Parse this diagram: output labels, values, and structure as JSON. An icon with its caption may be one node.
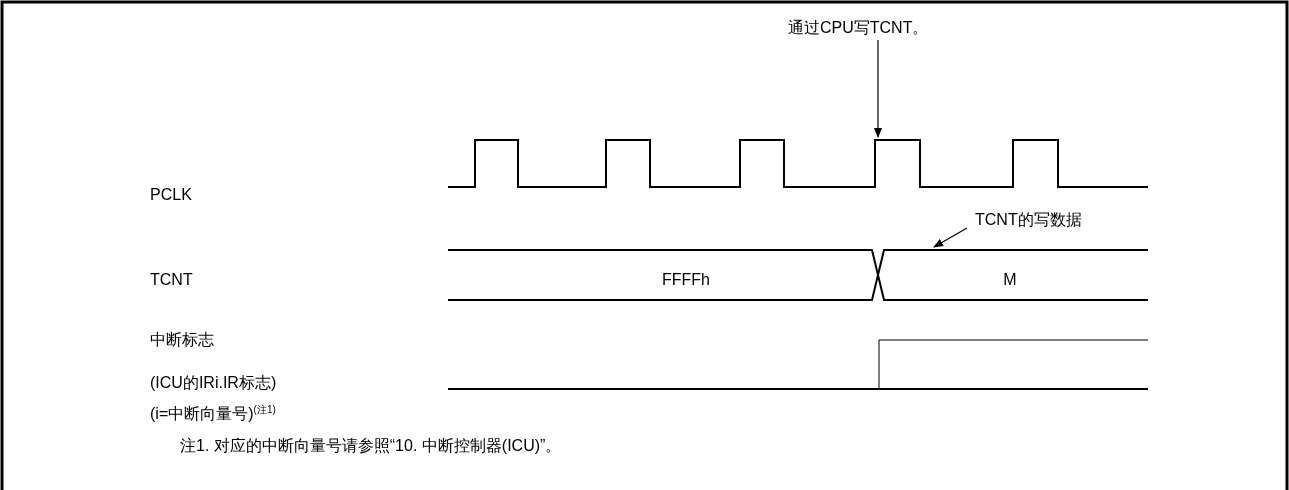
{
  "diagram": {
    "nodes": [
      {
        "text": [
          "通过CPU写TCNT。"
        ]
      },
      {
        "text": [
          "TCNT的写数据"
        ]
      },
      {
        "text": [],
        "shape": "waveform"
      },
      {
        "text": [],
        "shape": "waveform"
      }
    ],
    "edges": [
      {
        "from": 0,
        "to": 2,
        "arrow": "to"
      },
      {
        "from": 1,
        "to": 3,
        "arrow": "to"
      }
    ],
    "labels": [
      "PCLK",
      "TCNT",
      "FFFFh",
      "M",
      "中断标志",
      "(ICU的IRi.IR标志)",
      "(i=中断向量号)$^{(注1)}$",
      "注1.  对应的中断向量号请参照“10. 中断控制器(ICU)”。"
    ]
  }
}
